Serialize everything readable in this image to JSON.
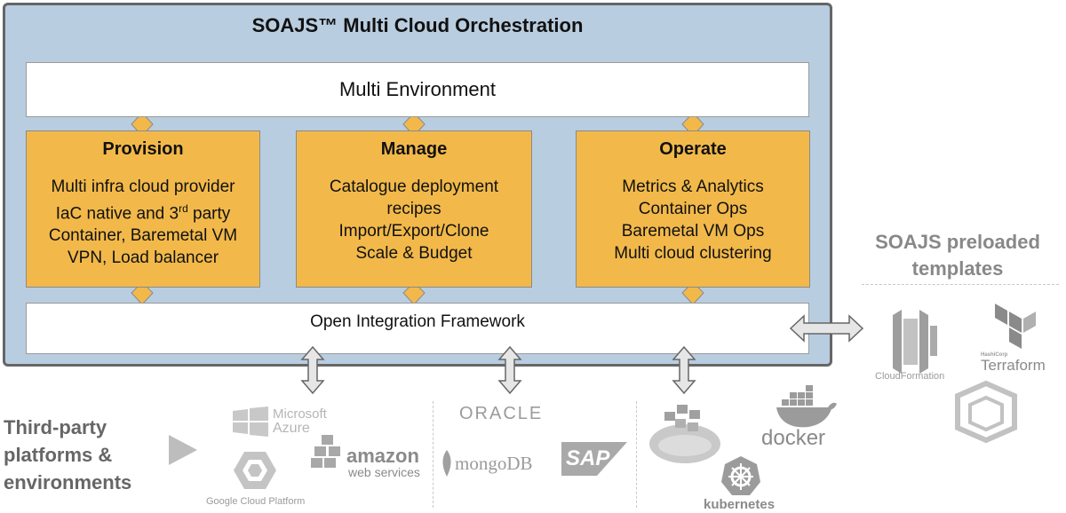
{
  "title": "SOAJS™ Multi Cloud Orchestration",
  "environment_band": "Multi Environment",
  "integration_band": "Open Integration Framework",
  "cards": [
    {
      "title": "Provision",
      "lines": [
        "Multi infra cloud provider",
        "IaC native and 3",
        "Container, Baremetal VM",
        "VPN, Load balancer"
      ],
      "superscript": "rd",
      "superscript_suffix": " party"
    },
    {
      "title": "Manage",
      "lines": [
        "Catalogue deployment",
        "recipes",
        "Import/Export/Clone",
        "Scale & Budget"
      ]
    },
    {
      "title": "Operate",
      "lines": [
        "Metrics & Analytics",
        "Container Ops",
        "Baremetal VM Ops",
        "Multi cloud clustering"
      ]
    }
  ],
  "preloaded": {
    "title_lines": [
      "SOAJS preloaded",
      "templates"
    ],
    "logos": {
      "cloudformation": "CloudFormation",
      "hashicorp": "HashiCorp",
      "terraform": "Terraform"
    }
  },
  "third_party": {
    "label_lines": [
      "Third-party",
      "platforms &",
      "environments"
    ],
    "logos": {
      "microsoft": "Microsoft",
      "azure": "Azure",
      "google": "Google Cloud Platform",
      "amazon": "amazon",
      "aws": "web services",
      "oracle": "ORACLE",
      "mongodb": "mongoDB",
      "sap": "SAP",
      "docker": "docker",
      "kubernetes": "kubernetes"
    }
  },
  "colors": {
    "frame_bg": "#b9cde0",
    "card_bg": "#f2b94a",
    "logo_gray": "#9b9b9b"
  }
}
